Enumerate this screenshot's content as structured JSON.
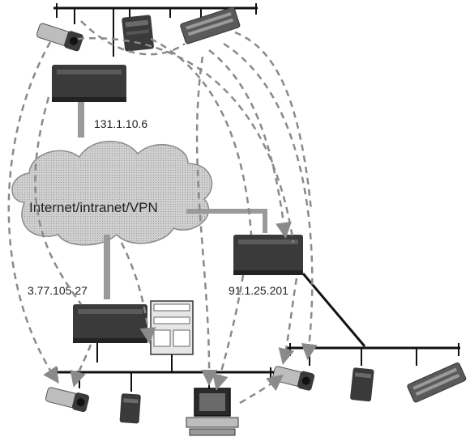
{
  "labels": {
    "cloud": "Internet/intranet/VPN",
    "ip_top": "131.1.10.6",
    "ip_left": "3.77.105.27",
    "ip_right": "91.1.25.201"
  },
  "colors": {
    "background": "#ffffff",
    "bus_line": "#111111",
    "device_dark": "#3a3a3a",
    "device_light": "#bdbdbd",
    "cloud_fill": "#d6d6d6",
    "dashed_link": "#8a8a8a",
    "label_text": "#222222"
  },
  "icons": [
    "camera-icon",
    "recorder-icon",
    "server-rack-icon",
    "gateway-icon",
    "cloud-icon",
    "computer-icon",
    "printer-icon",
    "hub-icon"
  ]
}
